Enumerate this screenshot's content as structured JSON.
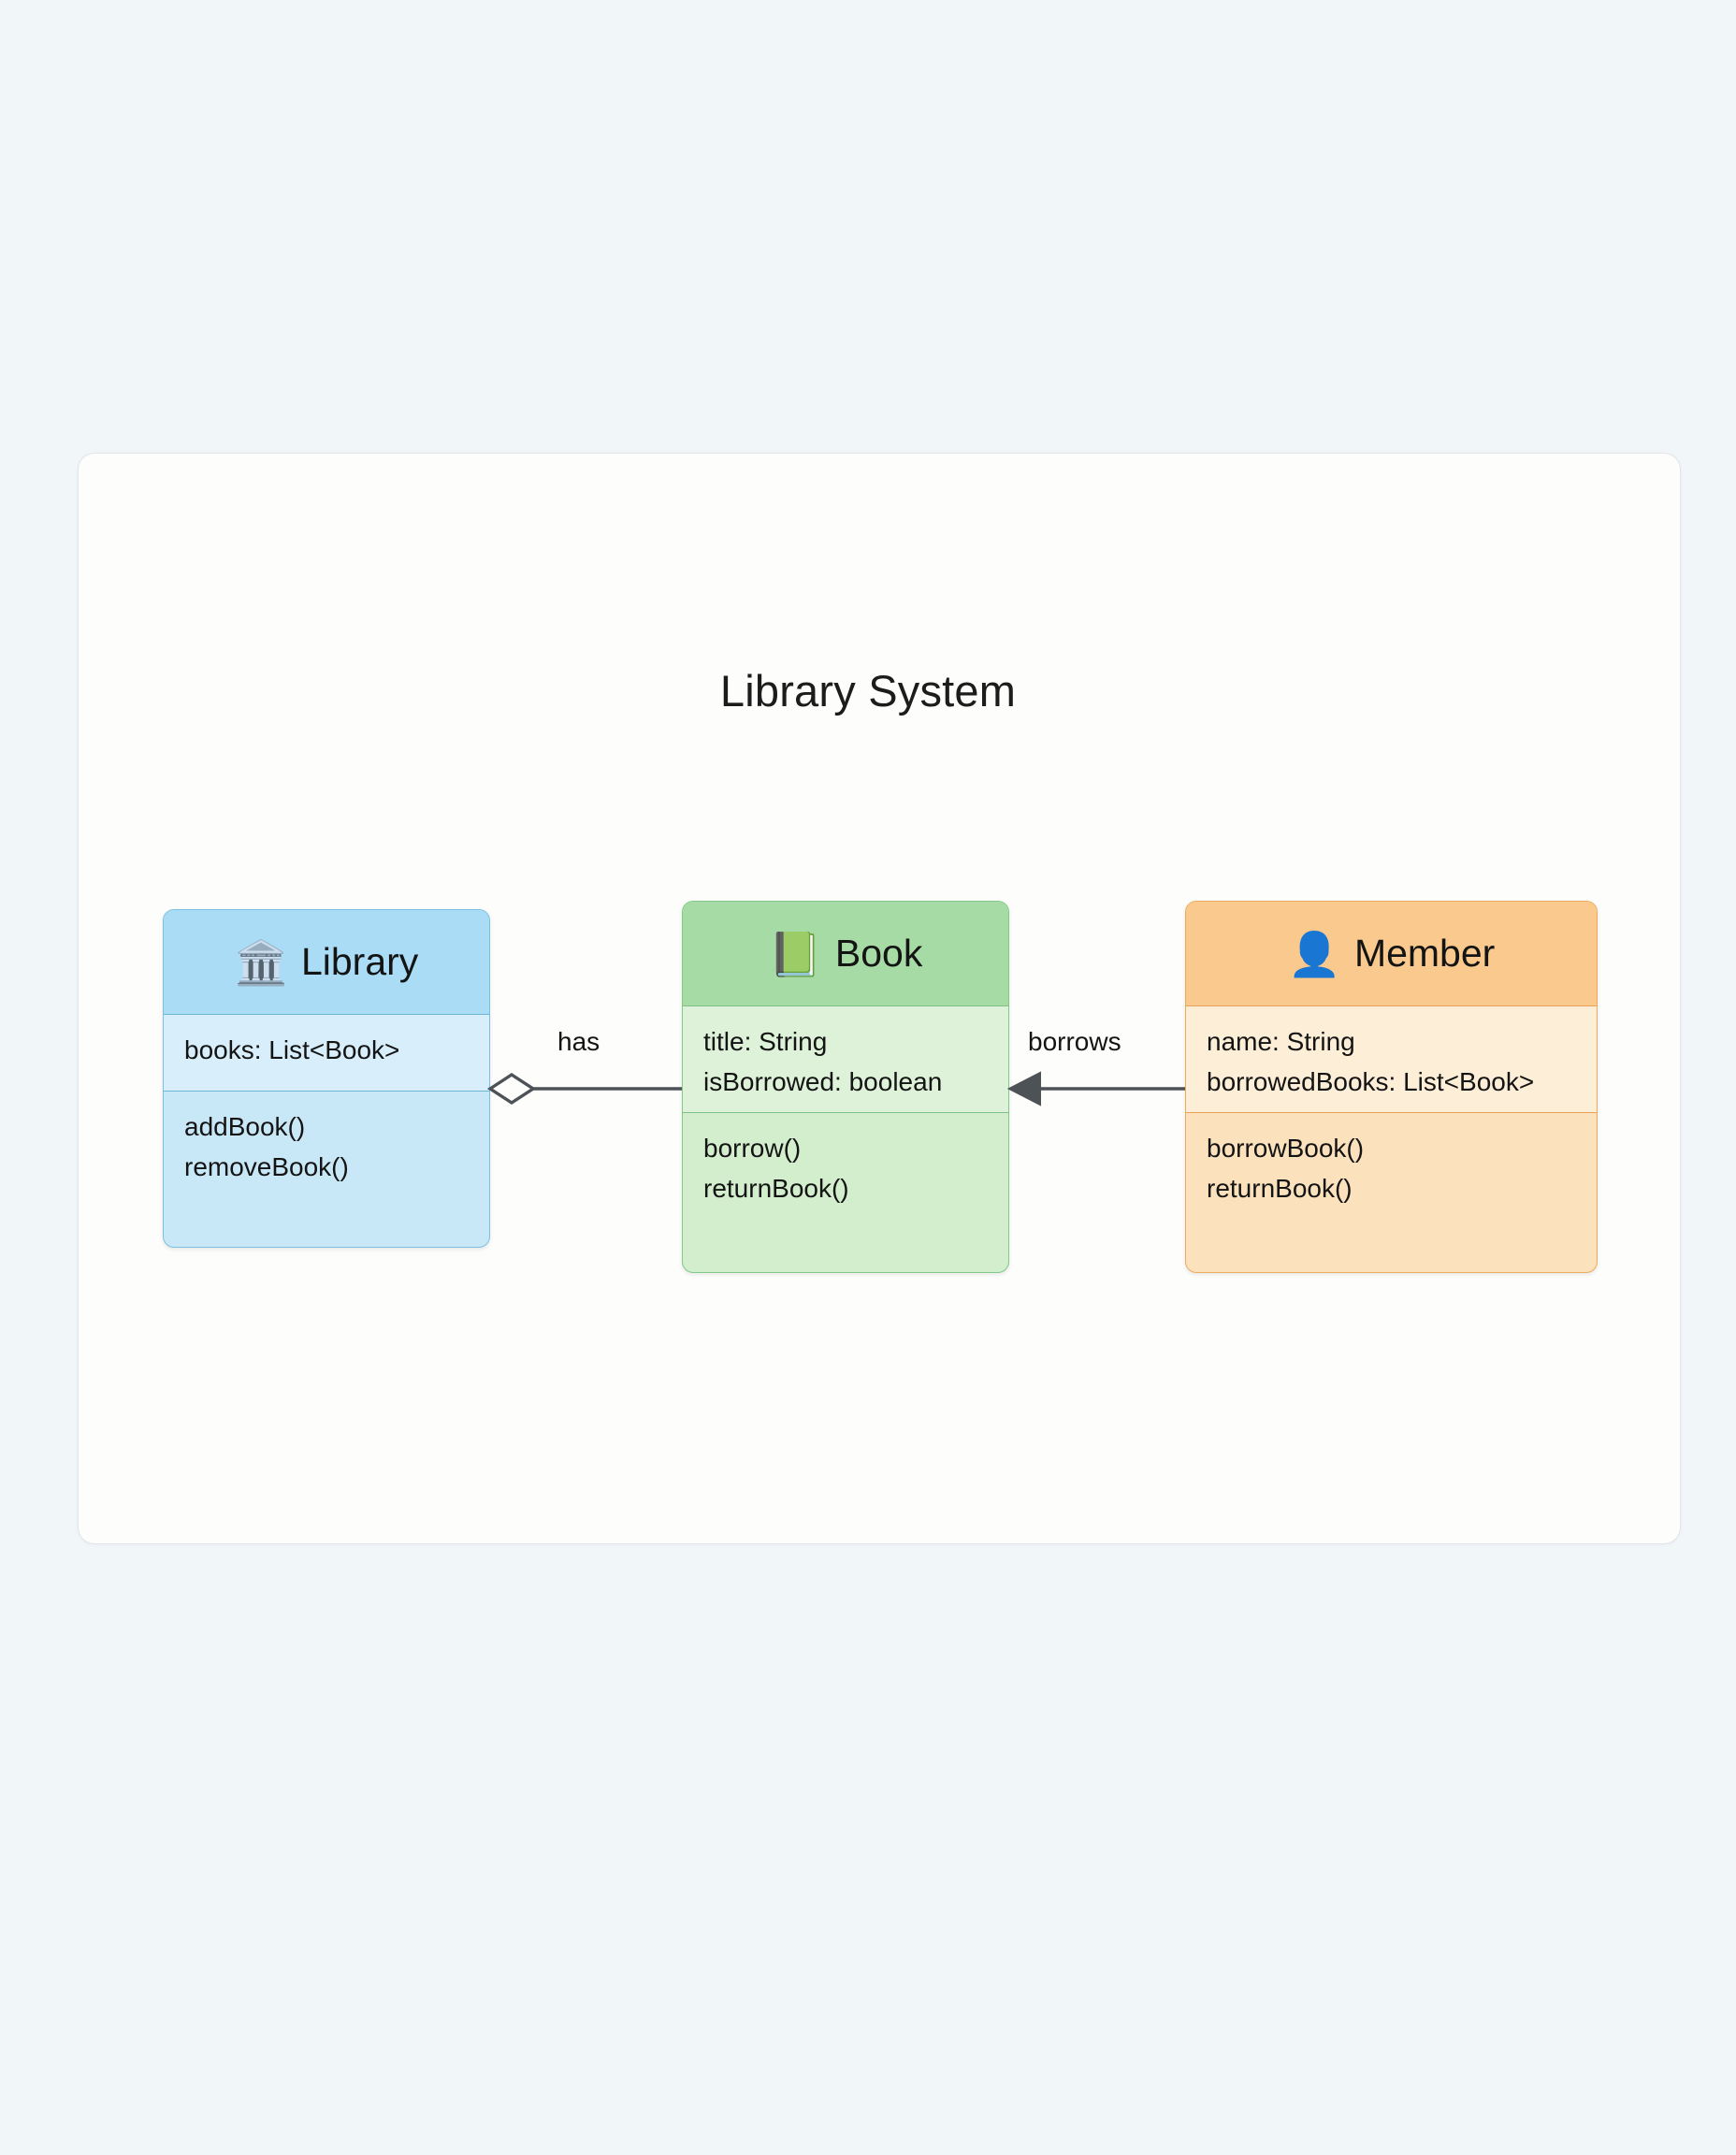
{
  "page": {
    "background_color": "#f1f6f9",
    "card_background_color": "#fdfdfc"
  },
  "diagram": {
    "title": "Library System",
    "type": "uml-class-diagram",
    "classes": [
      {
        "id": "library",
        "name": "Library",
        "icon": "classical-building-icon",
        "emoji": "🏛️",
        "header_color": "#aadcf5",
        "body_color": "#c9e8f7",
        "border_color": "#7cc0e0",
        "attributes": [
          "books: List<Book>"
        ],
        "methods": [
          "addBook()",
          "removeBook()"
        ]
      },
      {
        "id": "book",
        "name": "Book",
        "icon": "green-book-icon",
        "emoji": "📗",
        "header_color": "#a6dba6",
        "body_color": "#d2eecd",
        "border_color": "#82c98a",
        "attributes": [
          "title: String",
          "isBorrowed: boolean"
        ],
        "methods": [
          "borrow()",
          "returnBook()"
        ]
      },
      {
        "id": "member",
        "name": "Member",
        "icon": "person-icon",
        "emoji": "👤",
        "header_color": "#f9c98d",
        "body_color": "#fbe2bd",
        "border_color": "#efab5d",
        "attributes": [
          "name: String",
          "borrowedBooks: List<Book>"
        ],
        "methods": [
          "borrowBook()",
          "returnBook()"
        ]
      }
    ],
    "relationships": [
      {
        "id": "has",
        "label": "has",
        "from": "library",
        "to": "book",
        "kind": "aggregation",
        "marker": "hollow-diamond",
        "line_color": "#4d5257"
      },
      {
        "id": "borrows",
        "label": "borrows",
        "from": "member",
        "to": "book",
        "kind": "association",
        "marker": "filled-arrow",
        "line_color": "#4d5257"
      }
    ]
  }
}
